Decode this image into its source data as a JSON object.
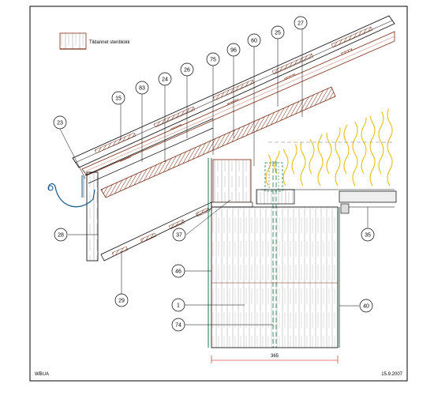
{
  "legend": {
    "label": "Tildannet stenblokk"
  },
  "callouts": {
    "c15": "15",
    "c83": "83",
    "c24": "24",
    "c26": "26",
    "c75": "75",
    "c96": "96",
    "c60": "60",
    "c25": "25",
    "c27": "27",
    "c23": "23",
    "c28": "28",
    "c37": "37",
    "c29": "29",
    "c46": "46",
    "c1": "1",
    "c74": "74",
    "c40": "40",
    "c35": "35"
  },
  "dimension": {
    "value": "365"
  },
  "footer": {
    "left": "WBUA",
    "right": "15.9.2007"
  },
  "colors": {
    "insulation": "#e8b800",
    "timber": "#8b3a1a",
    "gutter": "#1a5a8a",
    "wall": "#1f7a4a"
  }
}
